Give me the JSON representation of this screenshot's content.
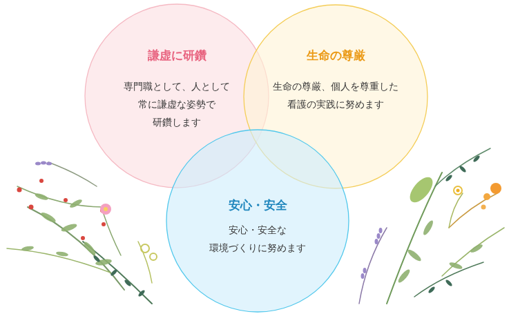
{
  "diagram": {
    "nodes": [
      {
        "text": [
          "謙虚に研鑽",
          "専門職として、人として 常に謙虚な姿勢で 研鑽します"
        ]
      },
      {
        "text": [
          "生命の尊厳",
          "生命の尊厳、個人を尊重した 看護の実践に努めます"
        ]
      },
      {
        "text": [
          "安心・安全",
          "安心・安全な 環境づくりに努めます"
        ]
      }
    ]
  }
}
